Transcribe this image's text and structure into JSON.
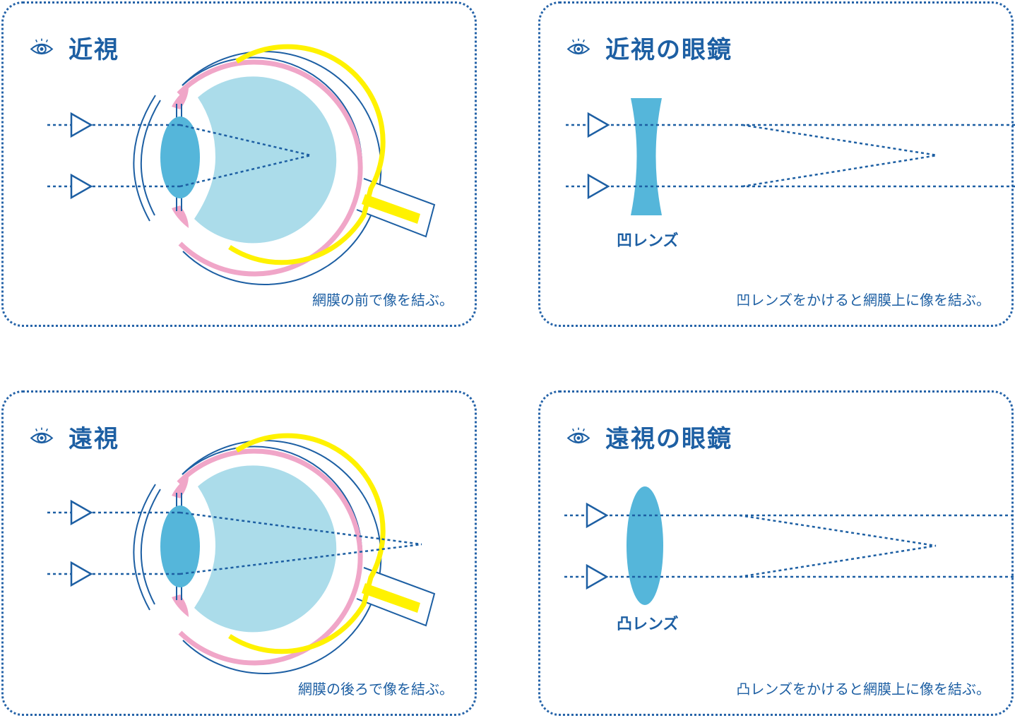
{
  "panels": [
    {
      "id": "myopia",
      "title": "近視",
      "caption": "網膜の前で像を結ぶ。"
    },
    {
      "id": "myopia-glasses",
      "title": "近視の眼鏡",
      "caption": "凹レンズをかけると網膜上に像を結ぶ。",
      "lens_label": "凹レンズ"
    },
    {
      "id": "hyperopia",
      "title": "遠視",
      "caption": "網膜の後ろで像を結ぶ。"
    },
    {
      "id": "hyperopia-glasses",
      "title": "遠視の眼鏡",
      "caption": "凸レンズをかけると網膜上に像を結ぶ。",
      "lens_label": "凸レンズ"
    }
  ],
  "colors": {
    "outline": "#1d5fa3",
    "vitreous": "#abdcea",
    "lens": "#55b6da",
    "choroid": "#f0a6c8",
    "retina": "#fff200"
  },
  "icons": {
    "title_icon": "eye-icon",
    "ray_marker": "triangle-arrow-icon"
  }
}
